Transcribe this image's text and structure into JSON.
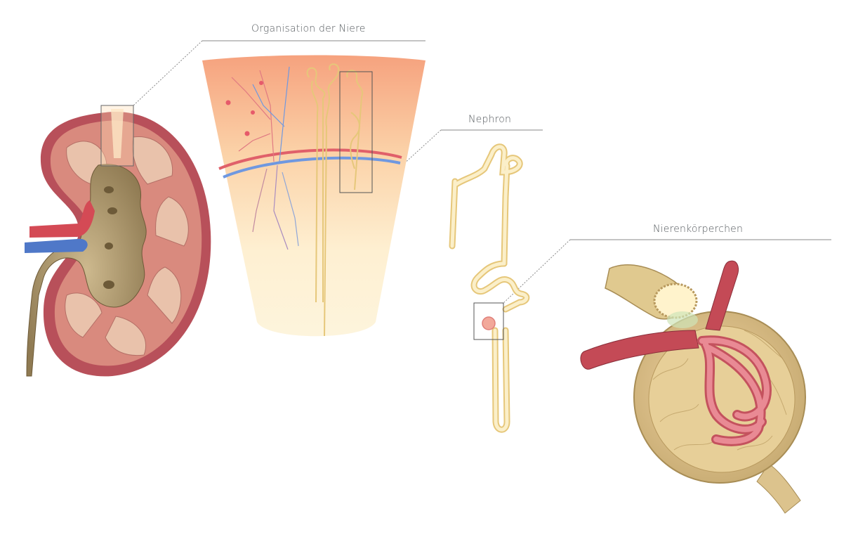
{
  "labels": {
    "organisation": "Organisation der Niere",
    "nephron": "Nephron",
    "corpuscle": "Nierenkörperchen"
  },
  "colors": {
    "kidney_capsule": "#b8505a",
    "kidney_cortex": "#d98a7e",
    "renal_pelvis": "#c9b48a",
    "artery": "#d44a55",
    "vein": "#4f78c8",
    "tubule": "#f6e2a4",
    "tubule_outline": "#e6c77a",
    "label_text": "#555a5e",
    "leader_line": "#888888"
  },
  "icons": {
    "kidney": "kidney-cross-section-illustration",
    "renal_lobe": "renal-lobe-illustration",
    "nephron": "nephron-illustration",
    "corpuscle": "renal-corpuscle-illustration"
  }
}
